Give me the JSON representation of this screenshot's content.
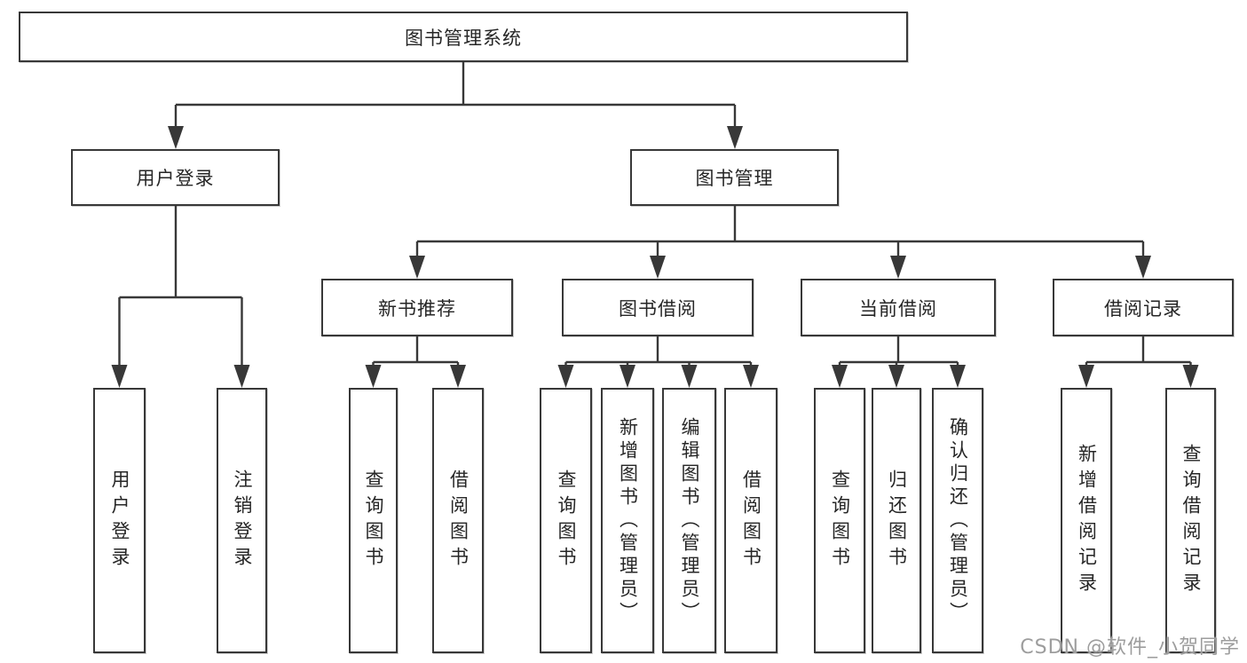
{
  "tree": {
    "label": "图书管理系统",
    "children": [
      {
        "label": "用户登录",
        "children": [
          {
            "label": "用户登录"
          },
          {
            "label": "注销登录"
          }
        ]
      },
      {
        "label": "图书管理",
        "children": [
          {
            "label": "新书推荐",
            "children": [
              {
                "label": "查询图书"
              },
              {
                "label": "借阅图书"
              }
            ]
          },
          {
            "label": "图书借阅",
            "children": [
              {
                "label": "查询图书"
              },
              {
                "label": "新增图书（管理员）"
              },
              {
                "label": "编辑图书（管理员）"
              },
              {
                "label": "借阅图书"
              }
            ]
          },
          {
            "label": "当前借阅",
            "children": [
              {
                "label": "查询图书"
              },
              {
                "label": "归还图书"
              },
              {
                "label": "确认归还（管理员）"
              }
            ]
          },
          {
            "label": "借阅记录",
            "children": [
              {
                "label": "新增借阅记录"
              },
              {
                "label": "查询借阅记录"
              }
            ]
          }
        ]
      }
    ]
  },
  "watermark": {
    "text": "CSDN @软件_小贺同学"
  },
  "colors": {
    "line": "#383838",
    "box_border": "#383838",
    "text": "#262626",
    "background": "#ffffff",
    "watermark": "#9d9d9d"
  }
}
